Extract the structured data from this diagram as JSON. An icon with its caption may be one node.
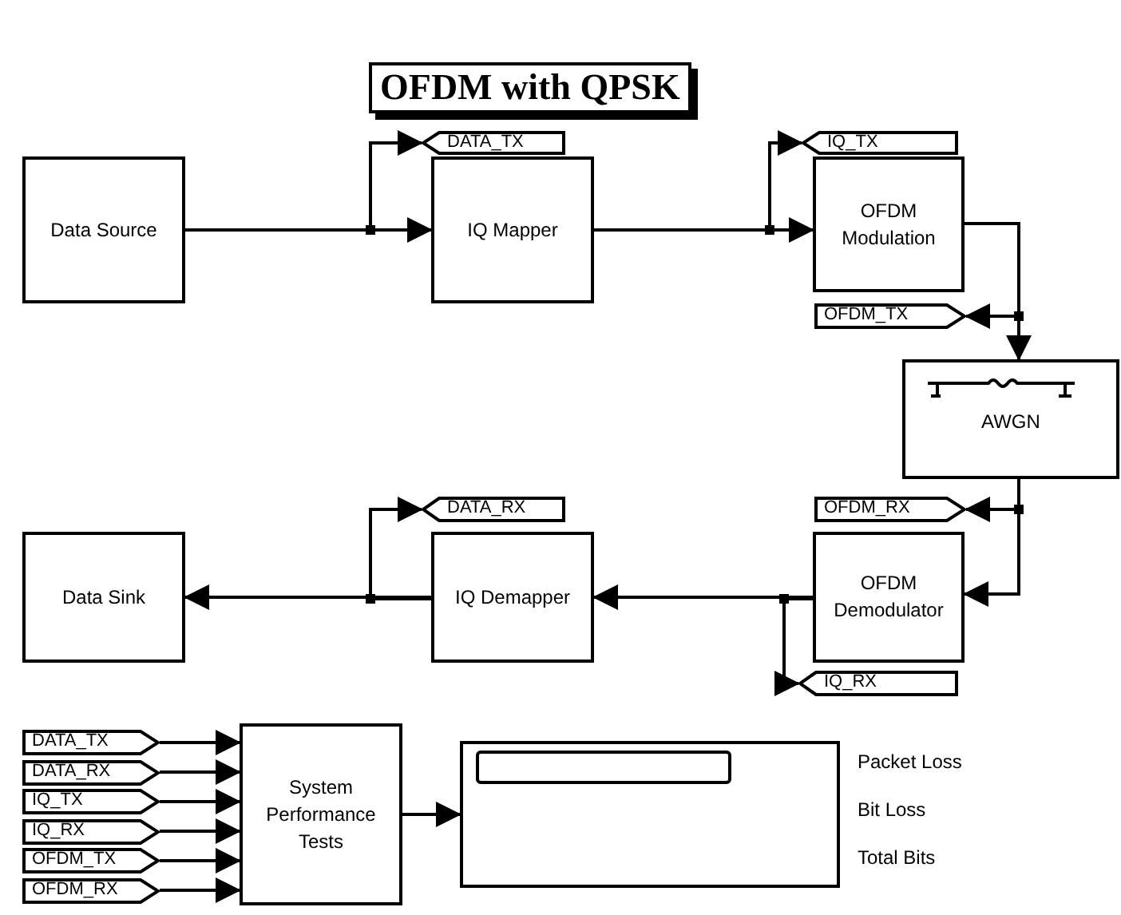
{
  "diagram": {
    "title": "OFDM with QPSK",
    "nodes": [
      {
        "text": [
          "Data Source"
        ]
      },
      {
        "text": [
          "IQ Mapper"
        ]
      },
      {
        "text": [
          "OFDM Modulation"
        ]
      },
      {
        "text": [
          "AWGN"
        ]
      },
      {
        "text": [
          "OFDM Demodulator"
        ]
      },
      {
        "text": [
          "IQ Demapper"
        ]
      },
      {
        "text": [
          "Data Sink"
        ]
      },
      {
        "text": [
          "System Performance Tests"
        ]
      },
      {
        "text": [],
        "shape": "box",
        "beside": [
          "Packet Loss",
          "Bit Loss",
          "Total Bits"
        ]
      },
      {
        "text": [
          "DATA_TX"
        ]
      },
      {
        "text": [
          "IQ_TX"
        ]
      },
      {
        "text": [
          "OFDM_TX"
        ]
      },
      {
        "text": [
          "OFDM_RX"
        ]
      },
      {
        "text": [
          "DATA_RX"
        ]
      },
      {
        "text": [
          "IQ_RX"
        ]
      },
      {
        "text": [
          "DATA_TX"
        ]
      },
      {
        "text": [
          "DATA_RX"
        ]
      },
      {
        "text": [
          "IQ_TX"
        ]
      },
      {
        "text": [
          "IQ_RX"
        ]
      },
      {
        "text": [
          "OFDM_TX"
        ]
      },
      {
        "text": [
          "OFDM_RX"
        ]
      },
      {
        "text": [],
        "shape": "bar",
        "in": 8
      }
    ],
    "edges": [
      {
        "from": 0,
        "to": 1,
        "arrow": "to"
      },
      {
        "from": 0,
        "to": 9,
        "arrow": "to"
      },
      {
        "from": 1,
        "to": 2,
        "arrow": "to"
      },
      {
        "from": 1,
        "to": 10,
        "arrow": "to"
      },
      {
        "from": 2,
        "to": 3,
        "arrow": "to"
      },
      {
        "from": 2,
        "to": 11,
        "arrow": "to"
      },
      {
        "from": 3,
        "to": 4,
        "arrow": "to"
      },
      {
        "from": 3,
        "to": 12,
        "arrow": "to"
      },
      {
        "from": 4,
        "to": 5,
        "arrow": "to"
      },
      {
        "from": 4,
        "to": 14,
        "arrow": "to"
      },
      {
        "from": 5,
        "to": 6,
        "arrow": "to"
      },
      {
        "from": 5,
        "to": 13,
        "arrow": "to"
      },
      {
        "from": 15,
        "to": 7,
        "arrow": "to"
      },
      {
        "from": 16,
        "to": 7,
        "arrow": "to"
      },
      {
        "from": 17,
        "to": 7,
        "arrow": "to"
      },
      {
        "from": 18,
        "to": 7,
        "arrow": "to"
      },
      {
        "from": 19,
        "to": 7,
        "arrow": "to"
      },
      {
        "from": 20,
        "to": 7,
        "arrow": "to"
      },
      {
        "from": 7,
        "to": 8,
        "arrow": "to"
      }
    ]
  }
}
